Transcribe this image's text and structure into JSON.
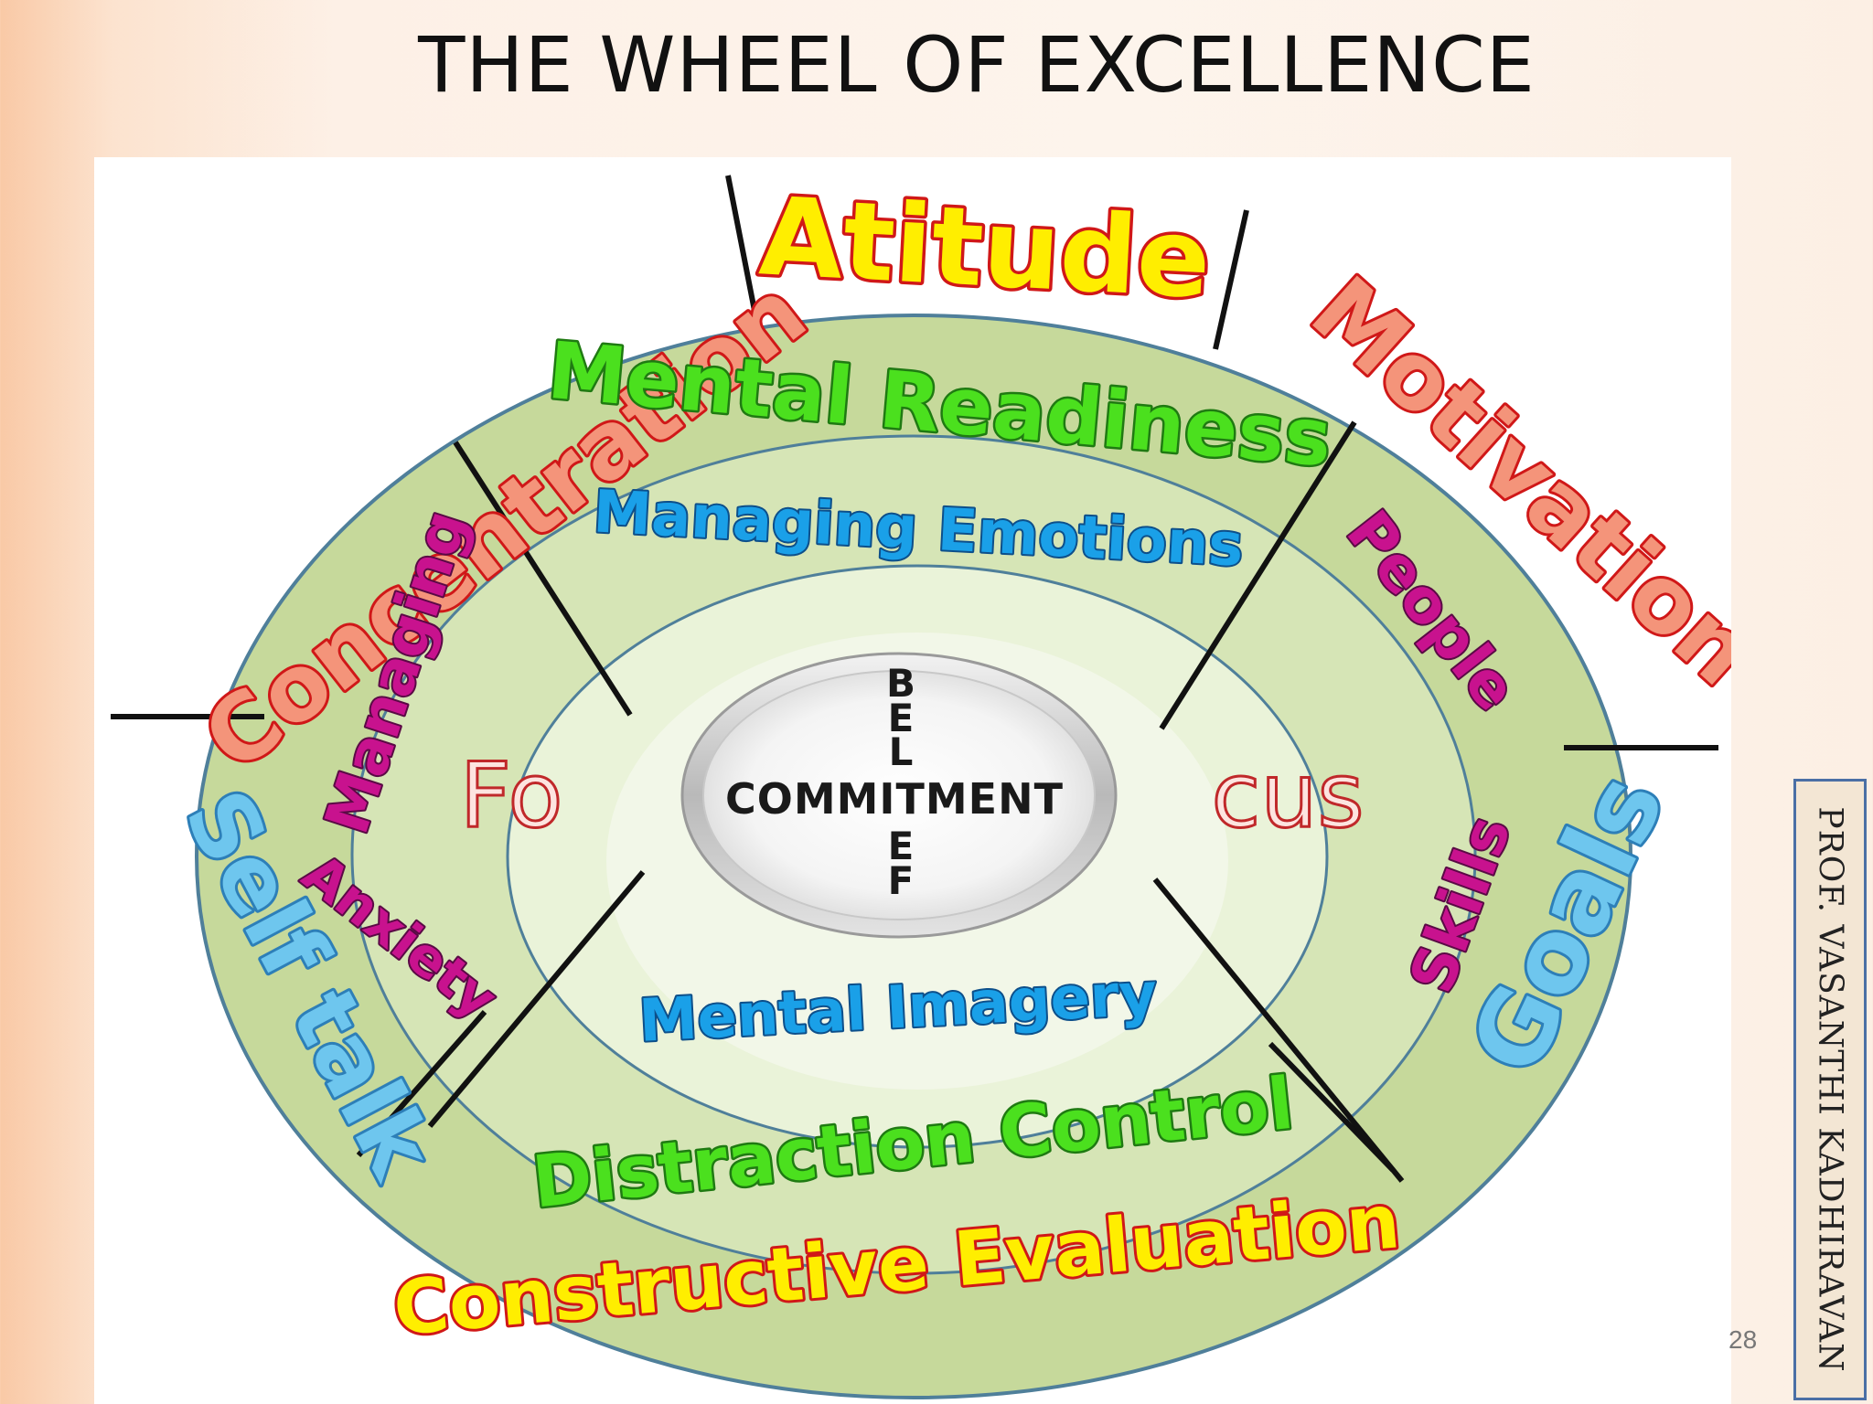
{
  "title": "THE WHEEL OF EXCELLENCE",
  "wheel": {
    "outer_ring": {
      "top": "Atitude",
      "top_left": "Concentration",
      "top_right": "Motivation",
      "left": "Self talk",
      "right": "Goals",
      "bottom": "Constructive Evaluation"
    },
    "middle_ring": {
      "top": "Mental Readiness",
      "left_upper": "Managing",
      "left_lower": "Anxiety",
      "right_upper": "People",
      "right_lower": "Skills",
      "bottom": "Distraction Control"
    },
    "inner_ring": {
      "top": "Managing Emotions",
      "left": "Fo",
      "right": "cus",
      "bottom": "Mental Imagery"
    },
    "center": {
      "horizontal": "COMMITMENT",
      "vertical_letters": [
        "B",
        "E",
        "L",
        "I",
        "E",
        "F"
      ]
    },
    "colors": {
      "ring_fill": "#c6d99b",
      "ring_mid": "#dbe8bf",
      "ring_inner": "#eef5df",
      "ring_stroke": "#4f7f9a",
      "divider": "#111111",
      "orange_text": "#f4947a",
      "yellow_text": "#ffee00",
      "green_text": "#4be01e",
      "blue_text": "#1aa0e8",
      "light_blue_text": "#6ec6ee",
      "magenta_text": "#c8128e",
      "focus_text": "#fde4e0"
    }
  },
  "author": "PROF. VASANTHI KADHIRAVAN",
  "page_number": "28"
}
